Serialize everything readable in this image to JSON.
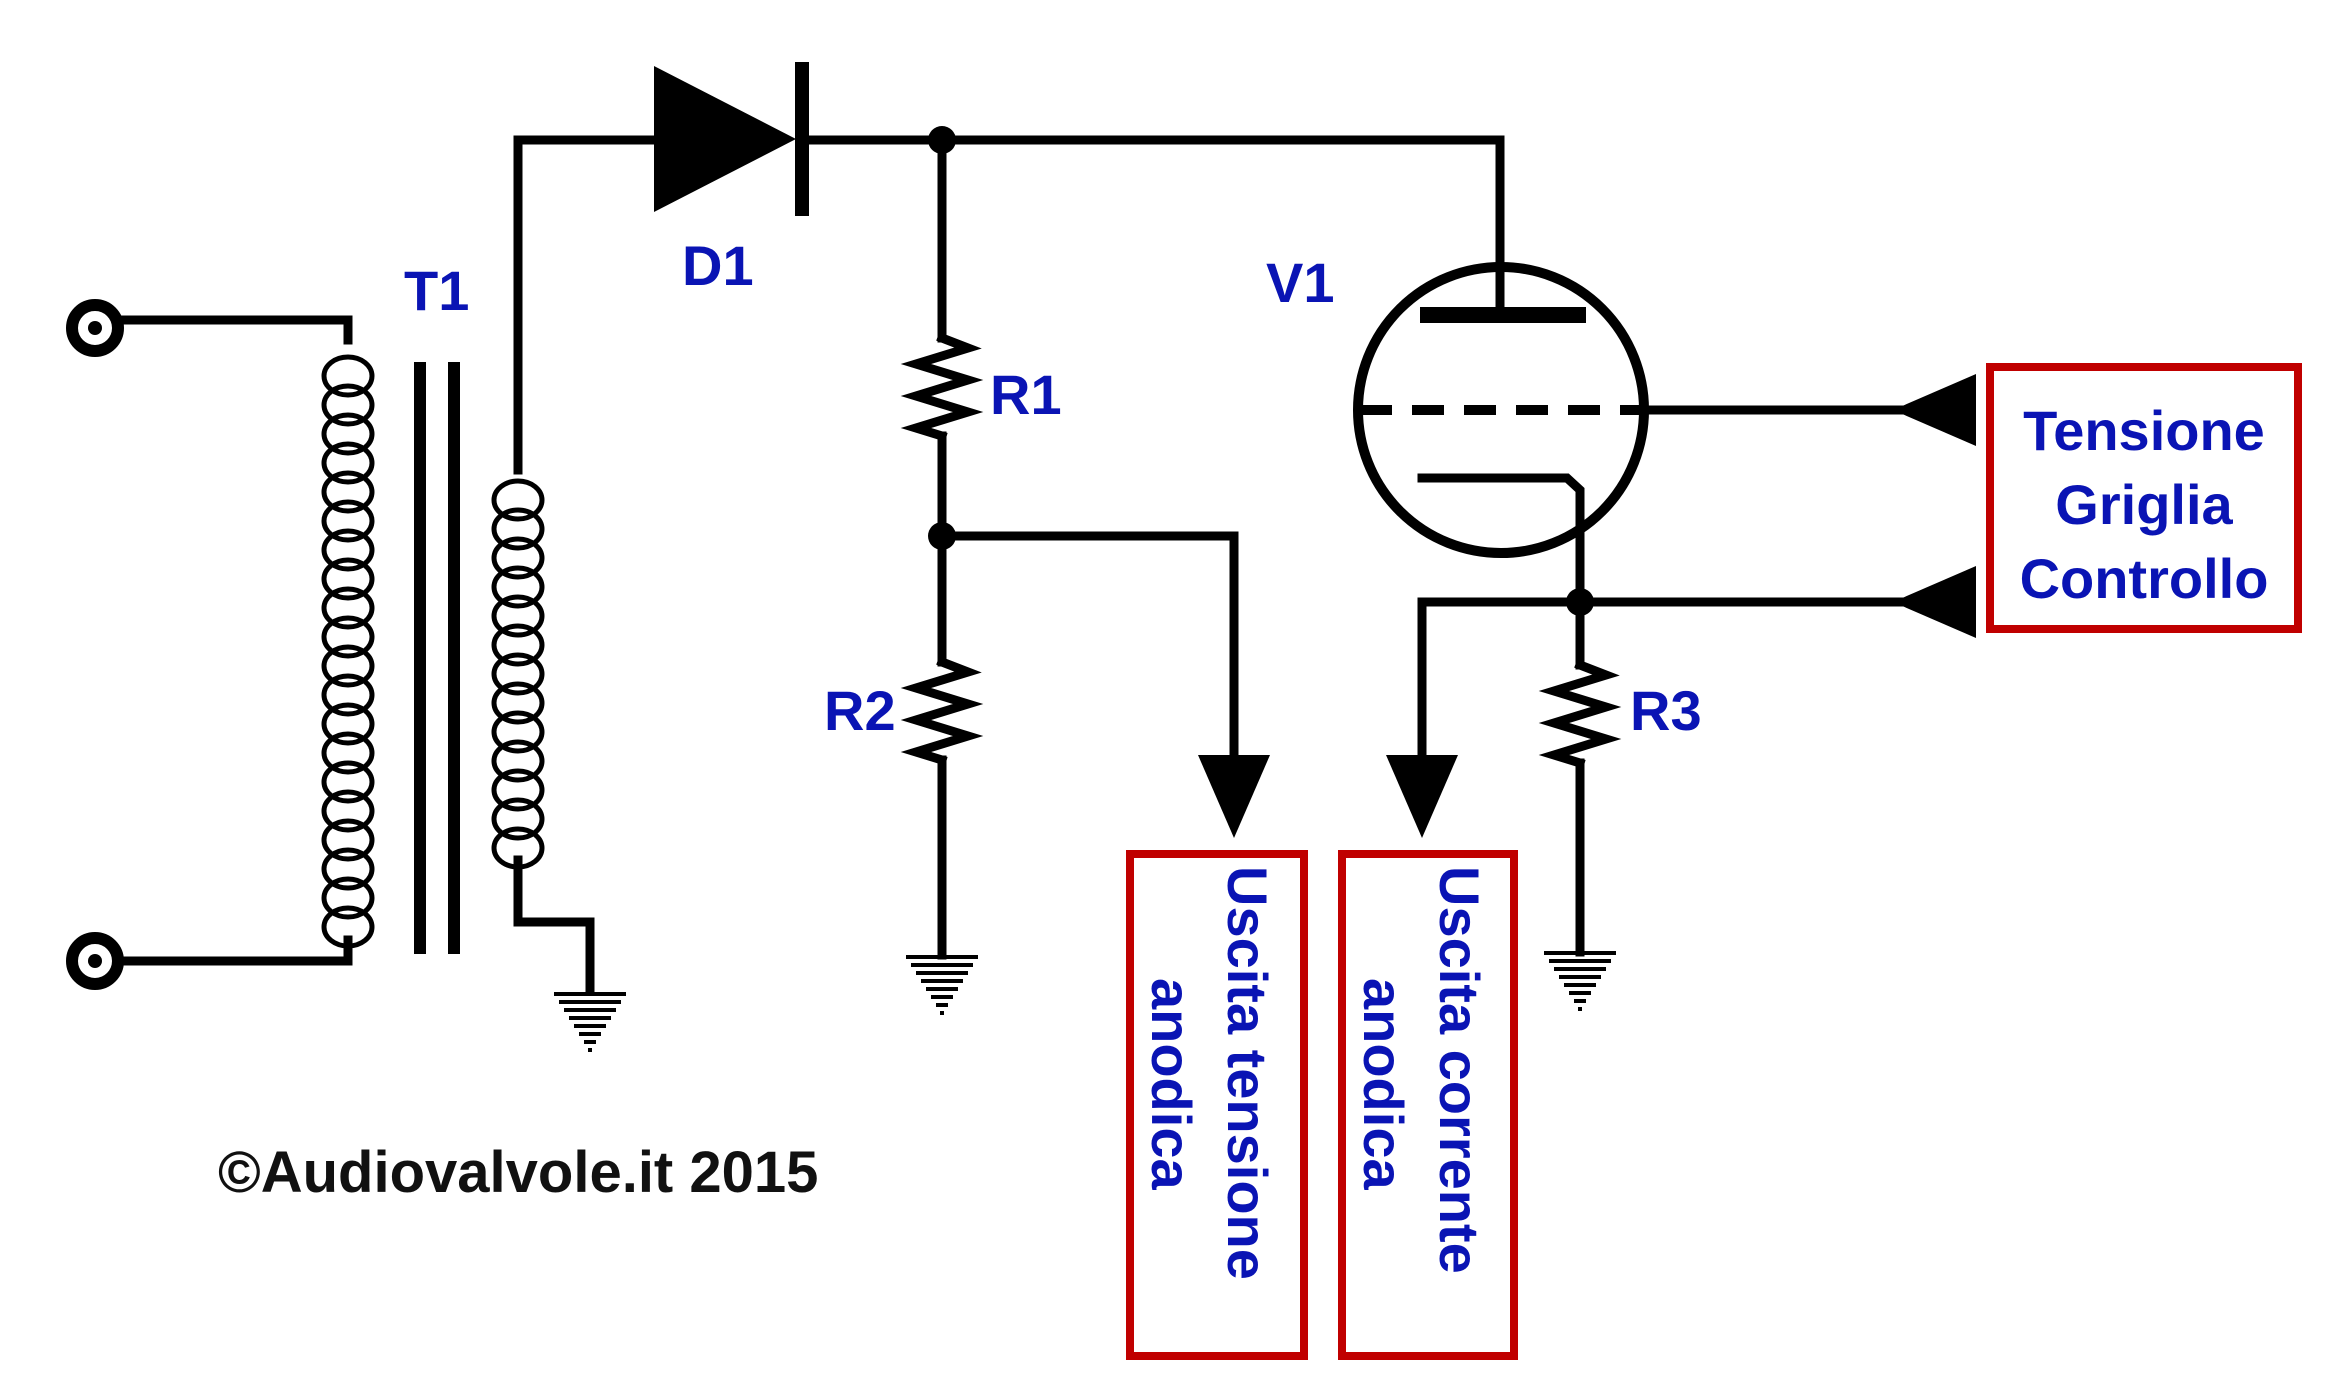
{
  "labels": {
    "transformer": "T1",
    "diode": "D1",
    "tube": "V1",
    "r1": "R1",
    "r2": "R2",
    "r3": "R3"
  },
  "boxes": {
    "grid_voltage": {
      "lines": [
        "Tensione",
        "Griglia",
        "Controllo"
      ]
    },
    "anode_voltage": {
      "lines": [
        "Uscita tensione",
        "anodica"
      ]
    },
    "anode_current": {
      "lines": [
        "Uscita corrente",
        "anodica"
      ]
    }
  },
  "copyright": "©Audiovalvole.it 2015",
  "colors": {
    "label": "#0a14b4",
    "box_border": "#c00000",
    "wire": "#000000",
    "copyright": "#111111"
  }
}
